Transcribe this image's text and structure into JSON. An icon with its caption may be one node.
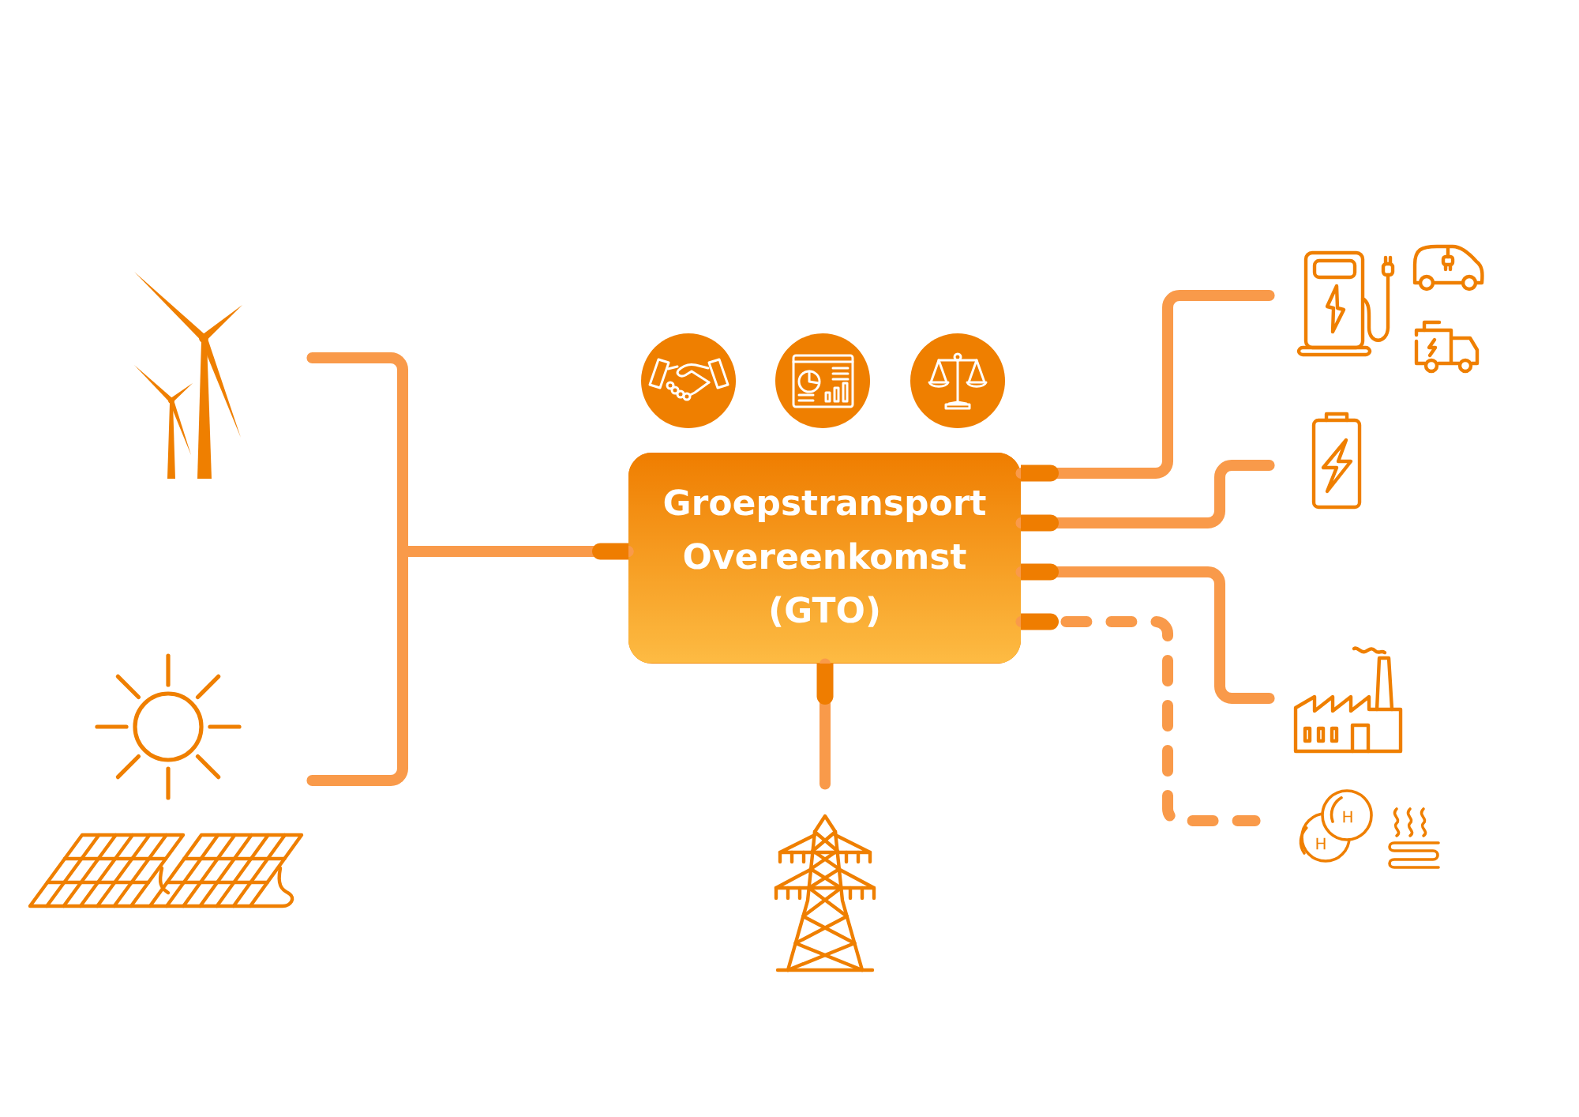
{
  "diagram": {
    "nodes": [
      {
        "text": [
          "Groepstransport Overeenkomst (GTO)"
        ]
      },
      {
        "text": [],
        "shape": "picture"
      },
      {
        "text": [],
        "shape": "picture"
      },
      {
        "text": [],
        "shape": "picture"
      },
      {
        "text": [],
        "shape": "picture"
      },
      {
        "text": [],
        "shape": "picture"
      },
      {
        "text": [],
        "shape": "picture"
      },
      {
        "text": [],
        "shape": "picture"
      }
    ],
    "edges": [
      {
        "from": 1,
        "to": 0,
        "arrow": "none"
      },
      {
        "from": 2,
        "to": 0,
        "arrow": "none"
      },
      {
        "from": 0,
        "to": 3,
        "arrow": "none"
      },
      {
        "from": 0,
        "to": 4,
        "arrow": "none"
      },
      {
        "from": 0,
        "to": 5,
        "arrow": "none"
      },
      {
        "from": 0,
        "to": 6,
        "arrow": "none"
      },
      {
        "from": 0,
        "to": 7,
        "arrow": "none",
        "style": "dashed"
      }
    ],
    "labels": [
      "H",
      "H"
    ]
  }
}
